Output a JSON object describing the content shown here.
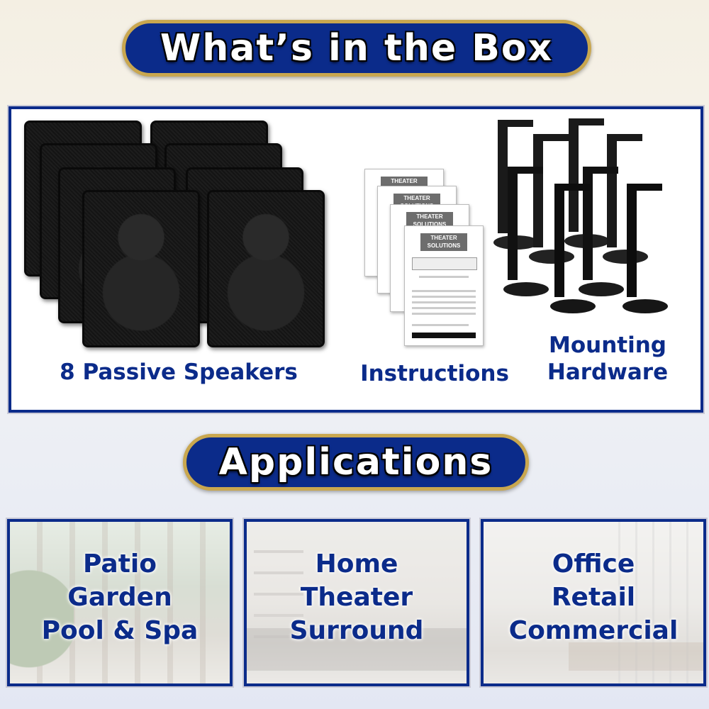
{
  "headers": {
    "box_title": "What’s in the Box",
    "applications_title": "Applications"
  },
  "box_items": {
    "speakers": "8 Passive Speakers",
    "instructions": "Instructions",
    "mounting_line1": "Mounting",
    "mounting_line2": "Hardware"
  },
  "instruction_card": {
    "brand_line1": "THEATER",
    "brand_line2": "SOLUTIONS"
  },
  "applications": [
    {
      "line1": "Patio",
      "line2": "Garden",
      "line3": "Pool & Spa"
    },
    {
      "line1": "Home",
      "line2": "Theater",
      "line3": "Surround"
    },
    {
      "line1": "Office",
      "line2": "Retail",
      "line3": "Commercial"
    }
  ],
  "colors": {
    "navy": "#0b2b8a",
    "gold_border": "#c9a74f"
  }
}
